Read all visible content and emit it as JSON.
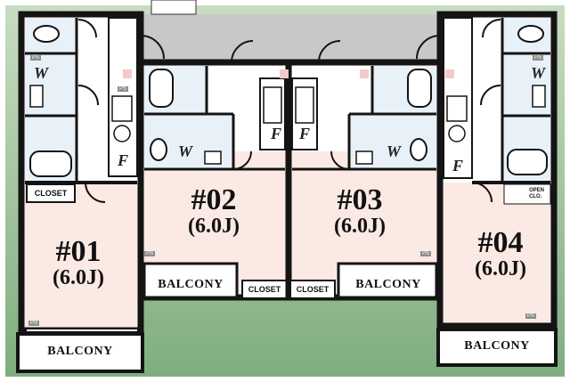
{
  "colors": {
    "bg_top": "#c9dcc1",
    "bg_bottom": "#7fae7f",
    "wall": "#141414",
    "room_floor": "#fbe9e3",
    "wet_area": "#e8f1f8",
    "corridor": "#c8c8c8",
    "white": "#ffffff",
    "ps_gray": "#8d8d8d",
    "pink_tile": "#f3c9c9"
  },
  "units": [
    {
      "number": "#01",
      "size": "(6.0J)",
      "balcony": "BALCONY",
      "closet": "CLOSET"
    },
    {
      "number": "#02",
      "size": "(6.0J)",
      "balcony": "BALCONY",
      "closet": "CLOSET"
    },
    {
      "number": "#03",
      "size": "(6.0J)",
      "balcony": "BALCONY",
      "closet": "CLOSET"
    },
    {
      "number": "#04",
      "size": "(6.0J)",
      "balcony": "BALCONY",
      "closet": "OPEN CLO."
    }
  ],
  "labels": {
    "ps": "PS",
    "washer": "W",
    "fridge": "F"
  },
  "icons": {
    "door": "door-swing-icon",
    "toilet": "toilet-icon",
    "bathtub": "bathtub-icon",
    "sink": "sink-icon",
    "stove": "stove-icon"
  }
}
